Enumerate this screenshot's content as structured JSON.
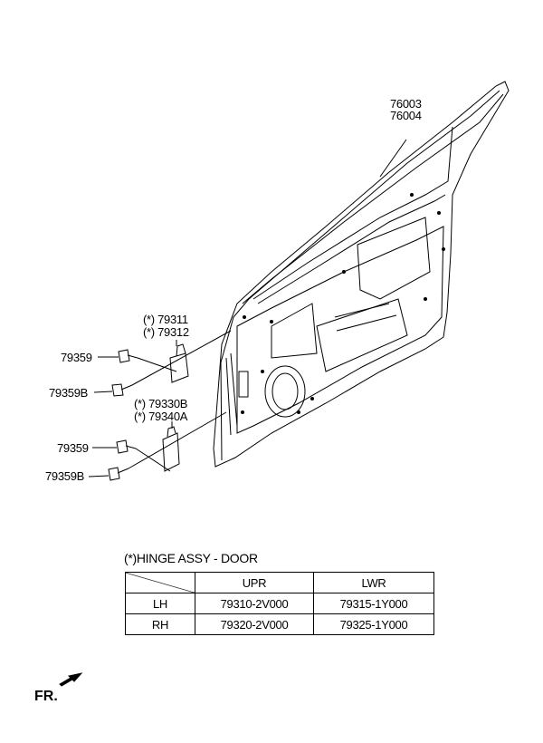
{
  "callouts": {
    "door_panel": [
      "76003",
      "76004"
    ],
    "upper_hinge": [
      "(*) 79311",
      "(*) 79312"
    ],
    "lower_hinge": [
      "(*) 79330B",
      "(*) 79340A"
    ],
    "upper_bolt": "79359",
    "upper_bolt_b": "79359B",
    "lower_bolt": "79359",
    "lower_bolt_b": "79359B"
  },
  "legend": {
    "title": "(*)HINGE ASSY - DOOR",
    "columns": [
      "",
      "UPR",
      "LWR"
    ],
    "rows": [
      {
        "side": "LH",
        "upr": "79310-2V000",
        "lwr": "79315-1Y000"
      },
      {
        "side": "RH",
        "upr": "79320-2V000",
        "lwr": "79325-1Y000"
      }
    ]
  },
  "direction": {
    "label": "FR.",
    "icon": "arrow-icon"
  }
}
